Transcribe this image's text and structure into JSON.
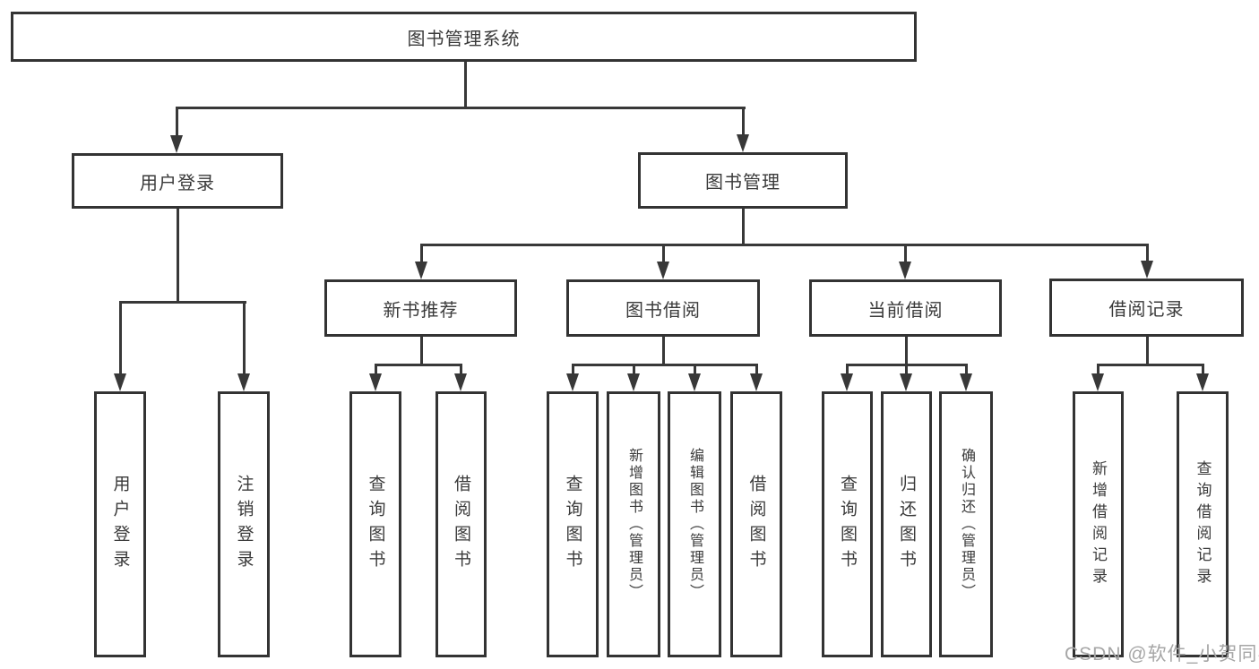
{
  "diagram": {
    "root": {
      "label": "图书管理系统"
    },
    "user_login": {
      "label": "用户登录"
    },
    "book_management": {
      "label": "图书管理"
    },
    "user_login_children": [
      {
        "label": "用户登录"
      },
      {
        "label": "注销登录"
      }
    ],
    "book_management_children": [
      {
        "label": "新书推荐"
      },
      {
        "label": "图书借阅"
      },
      {
        "label": "当前借阅"
      },
      {
        "label": "借阅记录"
      }
    ],
    "new_book_recommend_children": [
      {
        "label": "查询图书"
      },
      {
        "label": "借阅图书"
      }
    ],
    "book_borrow_children": [
      {
        "label": "查询图书"
      },
      {
        "label": "新增图书（管理员）"
      },
      {
        "label": "编辑图书（管理员）"
      },
      {
        "label": "借阅图书"
      }
    ],
    "current_borrow_children": [
      {
        "label": "查询图书"
      },
      {
        "label": "归还图书"
      },
      {
        "label": "确认归还（管理员）"
      }
    ],
    "borrow_record_children": [
      {
        "label": "新增借阅记录"
      },
      {
        "label": "查询借阅记录"
      }
    ]
  },
  "watermark": {
    "text": "CSDN @软件_小贺同学"
  },
  "colors": {
    "line": "#383838",
    "border": "#333333",
    "text": "#3a3a3a",
    "watermark": "#a6a6a6",
    "background": "#ffffff"
  }
}
